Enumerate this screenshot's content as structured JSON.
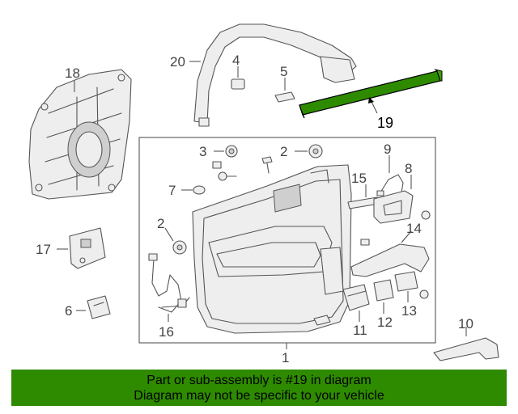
{
  "callouts": {
    "c1": "1",
    "c2a": "2",
    "c2b": "2",
    "c3": "3",
    "c4": "4",
    "c5": "5",
    "c6": "6",
    "c7": "7",
    "c8": "8",
    "c9": "9",
    "c10": "10",
    "c11": "11",
    "c12": "12",
    "c13": "13",
    "c14": "14",
    "c15": "15",
    "c16": "16",
    "c17": "17",
    "c18": "18",
    "c19": "19",
    "c20": "20"
  },
  "highlight": {
    "color": "#2e8b00",
    "part_number": "19"
  },
  "banner": {
    "line1": "Part or sub-assembly is #19 in diagram",
    "line2": "Diagram may not be specific to your vehicle"
  }
}
